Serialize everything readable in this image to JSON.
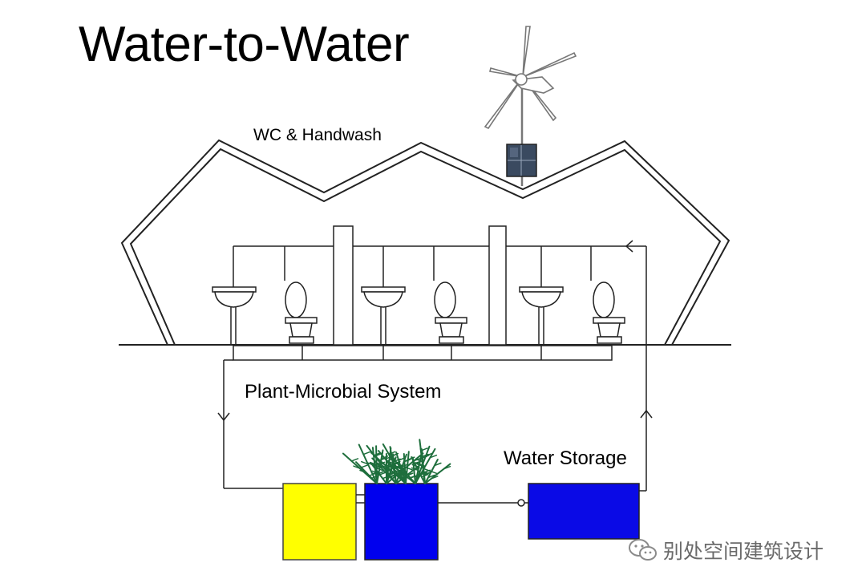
{
  "title": "Water-to-Water",
  "labels": {
    "wc_handwash": "WC & Handwash",
    "plant_microbial": "Plant-Microbial System",
    "water_storage": "Water Storage"
  },
  "watermark": {
    "text": "别处空间建筑设计",
    "icon": "wechat-icon"
  },
  "colors": {
    "collection_tank": "#ffff00",
    "plant_tank": "#0000ee",
    "storage_tank": "#0a0ae6",
    "plants": "#1e6e3c",
    "solar_panel": "#3a4a60",
    "line": "#222222"
  }
}
